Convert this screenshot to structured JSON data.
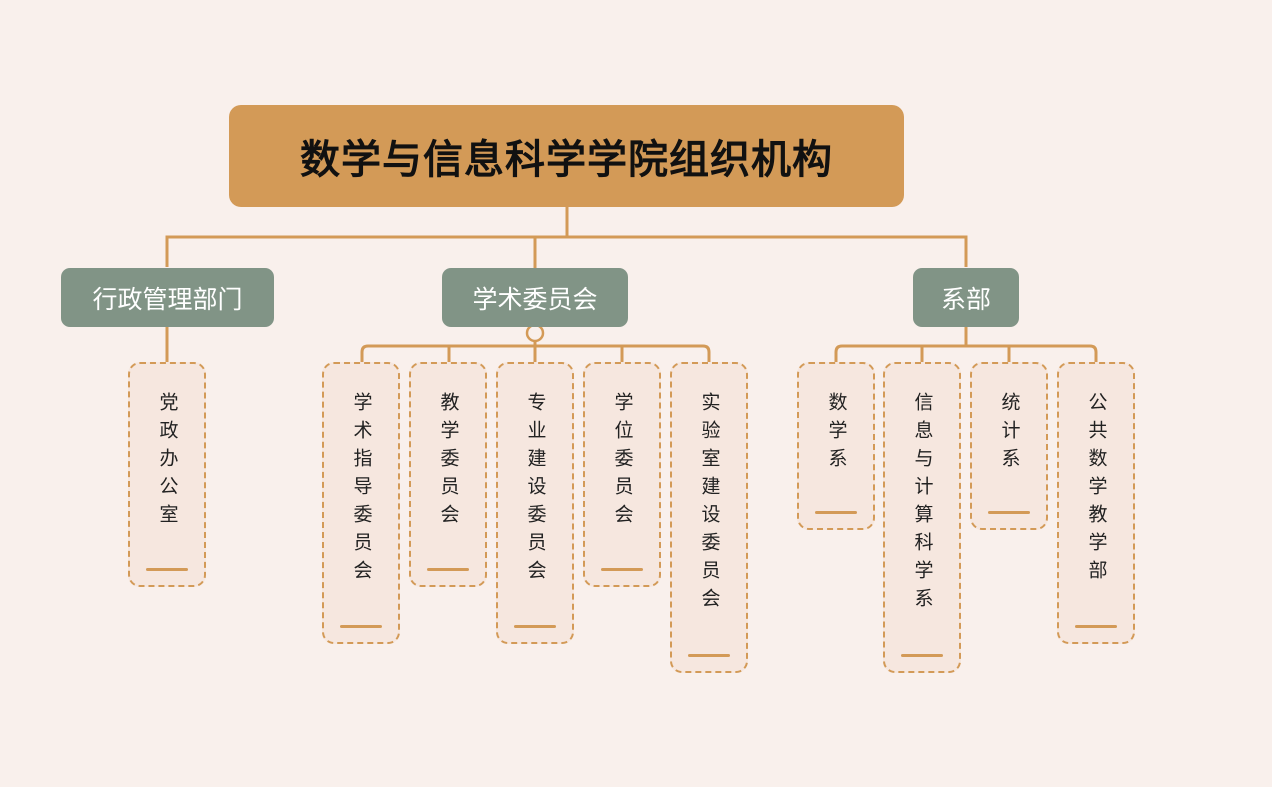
{
  "title": "数学与信息科学学院组织机构",
  "colors": {
    "accent": "#d39a57",
    "category": "#819486",
    "background": "#f9f0ec",
    "leaf": "#f6e7df"
  },
  "categories": [
    {
      "label": "行政管理部门",
      "children": [
        "党政办公室"
      ]
    },
    {
      "label": "学术委员会",
      "children": [
        "学术指导委员会",
        "教学委员会",
        "专业建设委员会",
        "学位委员会",
        "实验室建设委员会"
      ]
    },
    {
      "label": "系部",
      "children": [
        "数学系",
        "信息与计算科学系",
        "统计系",
        "公共数学教学部"
      ]
    }
  ]
}
